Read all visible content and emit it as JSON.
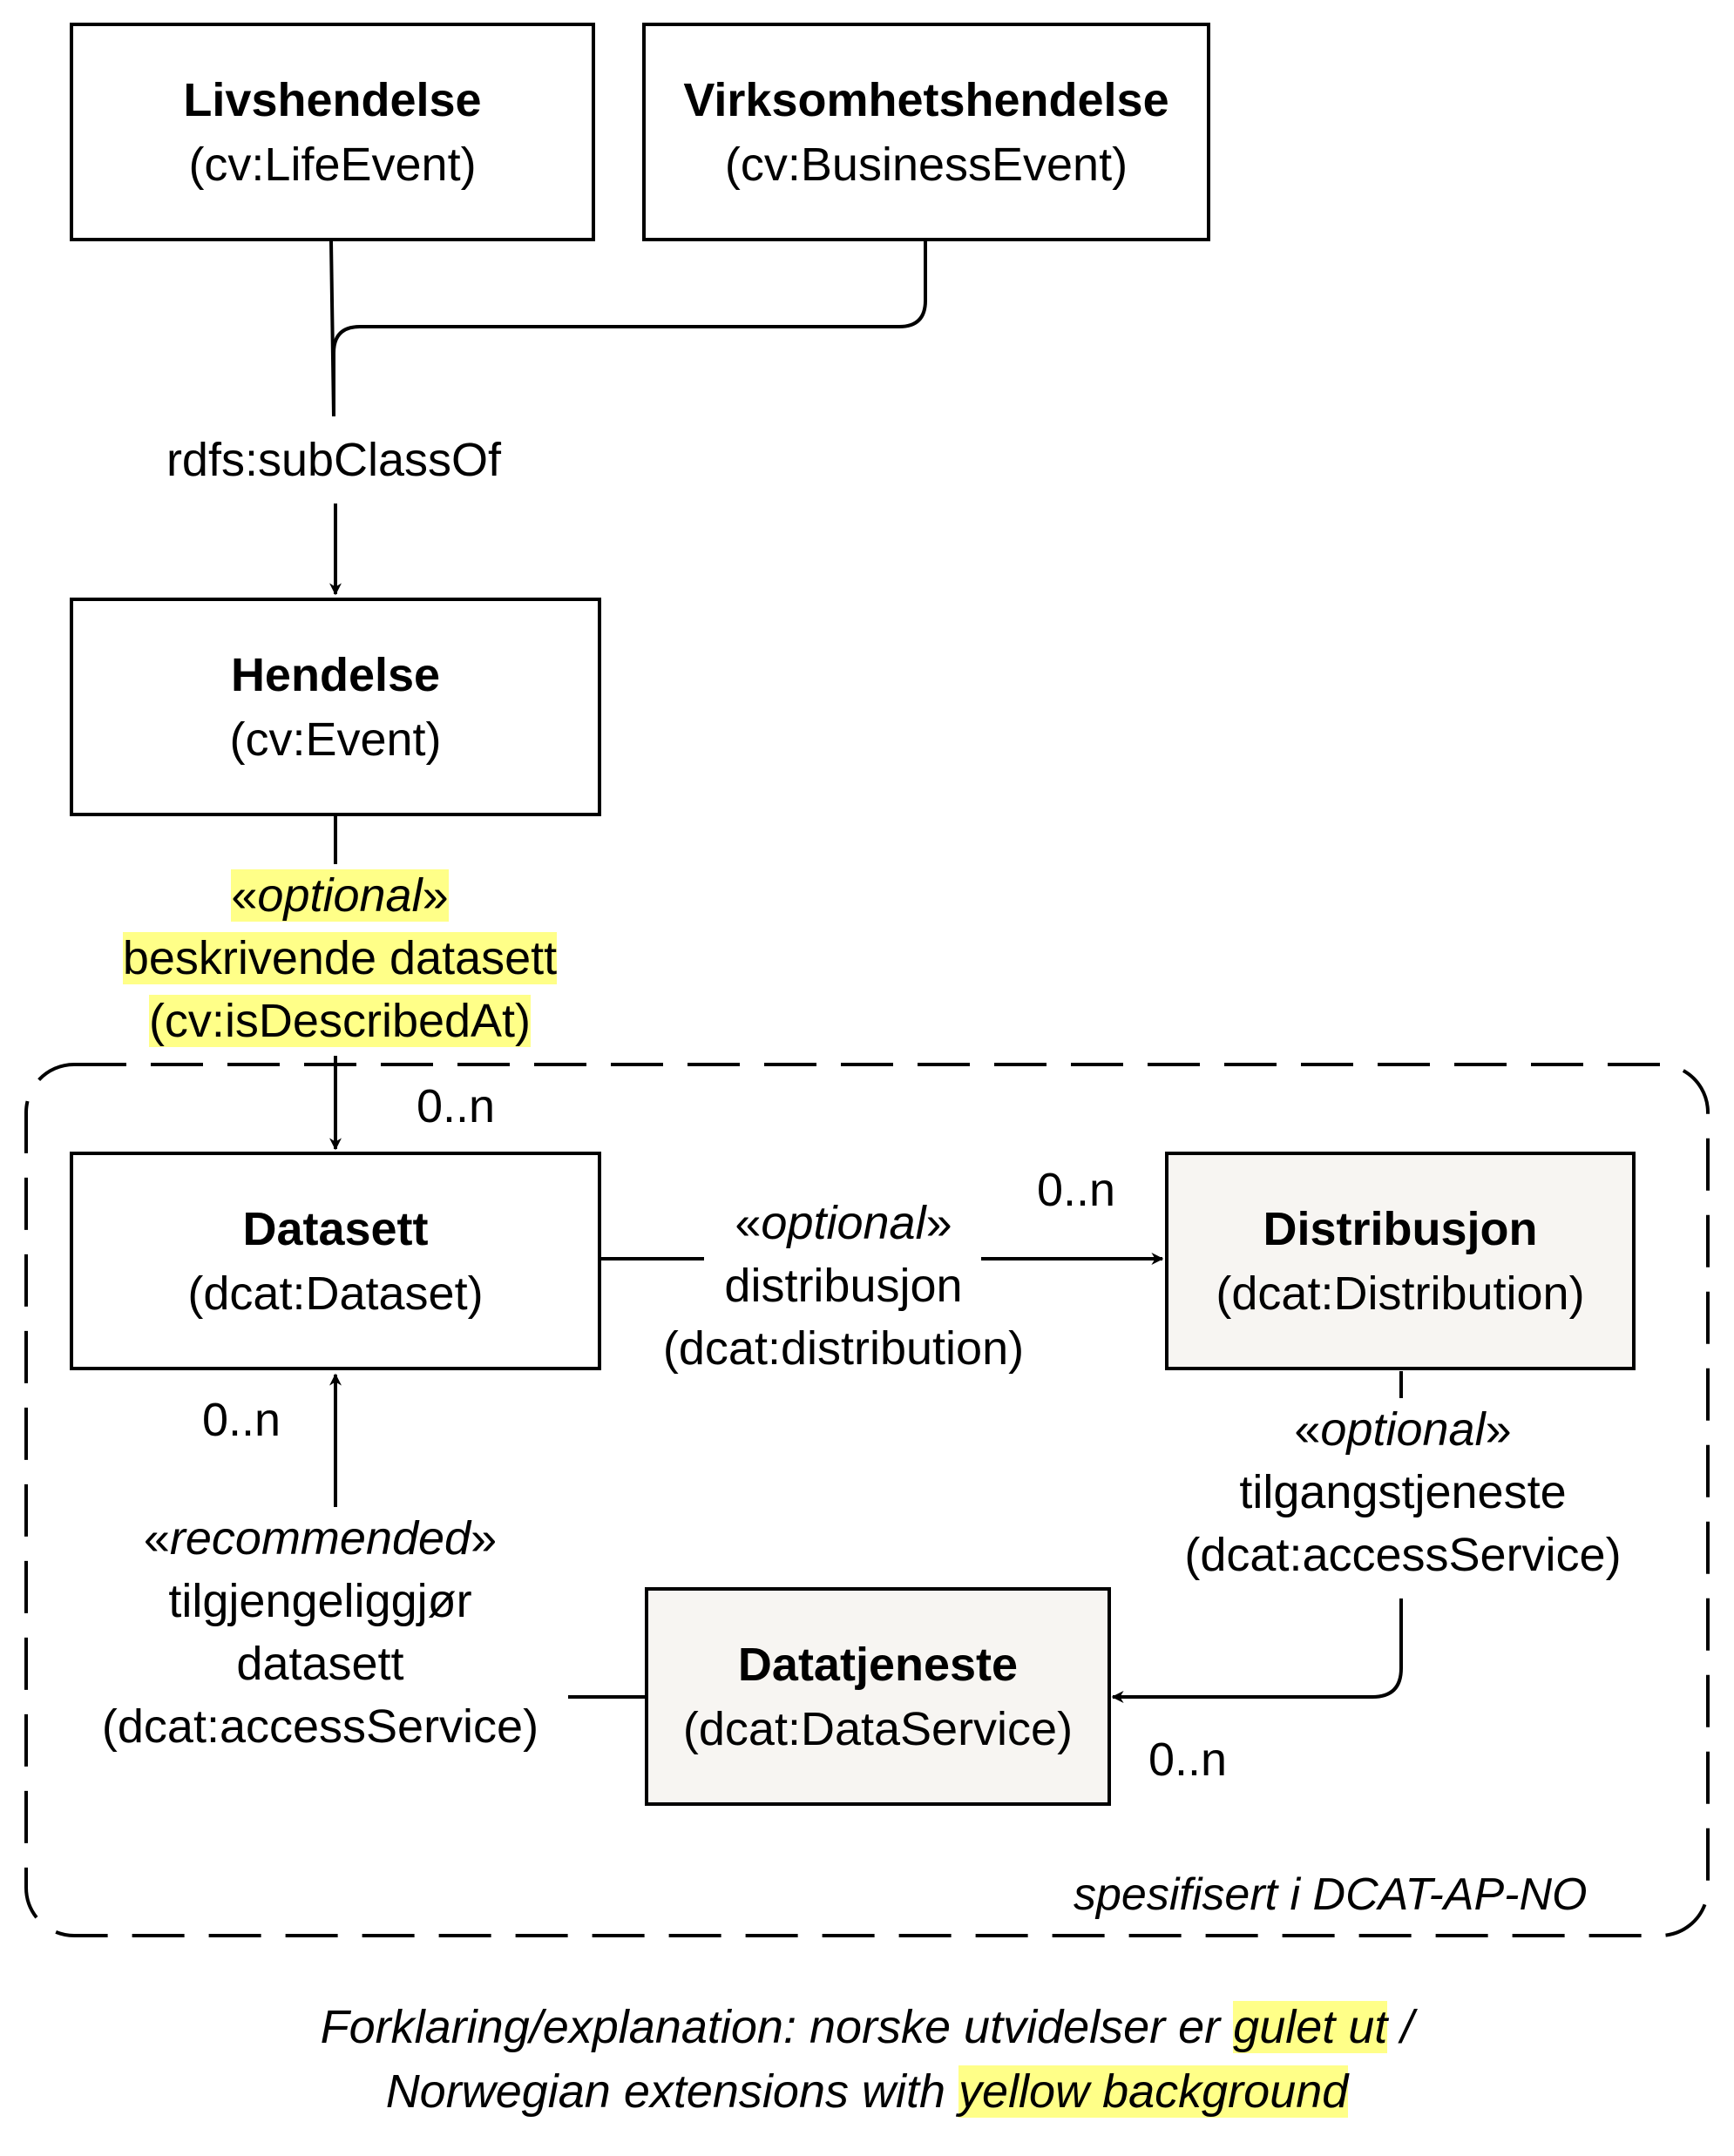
{
  "boxes": {
    "life_event": {
      "title": "Livshendelse",
      "sub": "(cv:LifeEvent)"
    },
    "business_event": {
      "title": "Virksomhetshendelse",
      "sub": "(cv:BusinessEvent)"
    },
    "event": {
      "title": "Hendelse",
      "sub": "(cv:Event)"
    },
    "dataset": {
      "title": "Datasett",
      "sub": "(dcat:Dataset)"
    },
    "distribution": {
      "title": "Distribusjon",
      "sub": "(dcat:Distribution)"
    },
    "data_service": {
      "title": "Datatjeneste",
      "sub": "(dcat:DataService)"
    }
  },
  "edges": {
    "subclass": {
      "label": "rdfs:subClassOf"
    },
    "described_at": {
      "stereo_open": "«",
      "stereo": "optional",
      "stereo_close": "»",
      "line1": "beskrivende datasett",
      "line2": "(cv:isDescribedAt)",
      "cardinality": "0..n"
    },
    "distribution": {
      "stereo_open": "«",
      "stereo": "optional",
      "stereo_close": "»",
      "line1": "distribusjon",
      "line2": "(dcat:distribution)",
      "cardinality": "0..n"
    },
    "access_service": {
      "stereo_open": "«",
      "stereo": "optional",
      "stereo_close": "»",
      "line1": "tilgangstjeneste",
      "line2": "(dcat:accessService)",
      "cardinality": "0..n"
    },
    "serves_dataset": {
      "stereo_open": "«",
      "stereo": "recommended",
      "stereo_close": "»",
      "line1": "tilgjengeliggjør",
      "line2": "datasett",
      "line3": "(dcat:accessService)",
      "cardinality": "0..n"
    }
  },
  "region": {
    "label": "spesifisert i DCAT-AP-NO"
  },
  "legend": {
    "line1_prefix": "Forklaring/explanation: norske utvidelser er ",
    "line1_highlight": "gulet ut",
    "line1_suffix": " /",
    "line2_prefix": "Norwegian extensions with ",
    "line2_highlight": "yellow background"
  },
  "colors": {
    "highlight": "#ffff88",
    "line": "#000000",
    "shaded_box": "#f7f5f2"
  }
}
